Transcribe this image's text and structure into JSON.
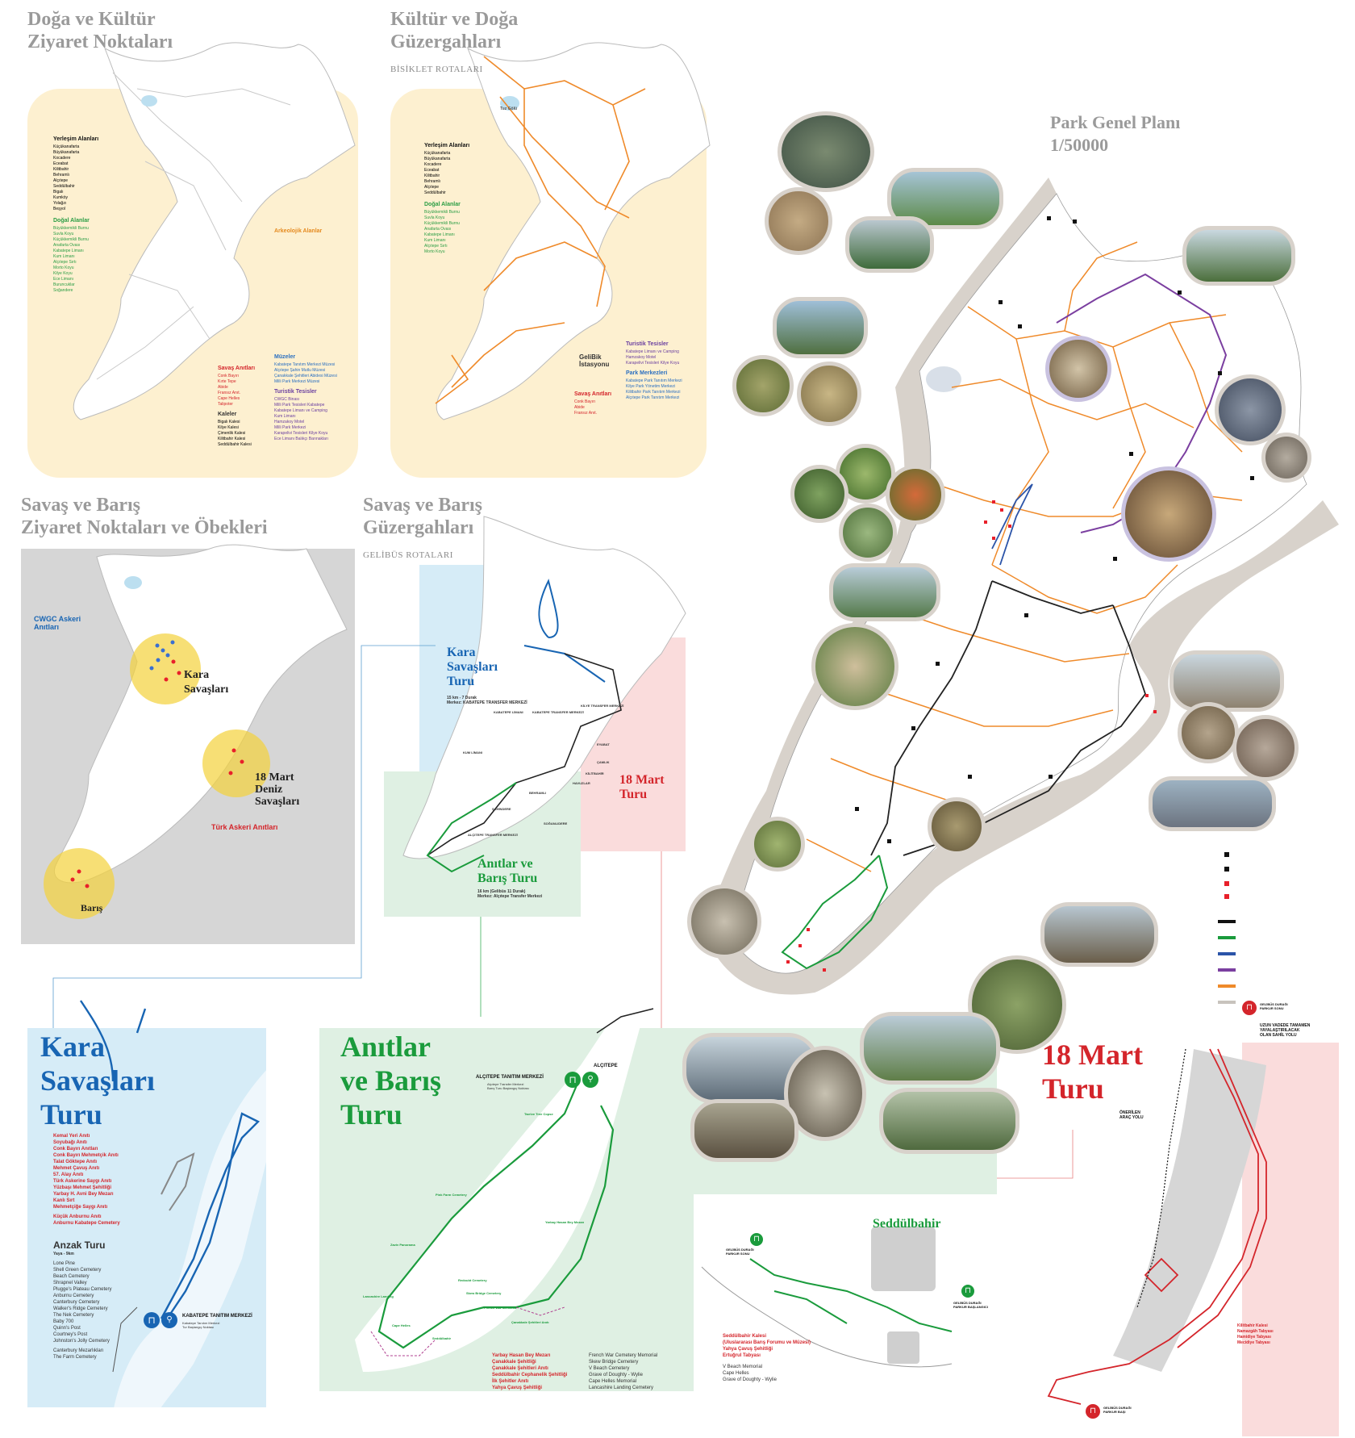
{
  "panel1": {
    "title": "Doğa ve Kültür\nZiyaret Noktaları",
    "legend": {
      "settlements_title": "Yerleşim Alanları",
      "settlements": [
        "Küçükanafarta",
        "Büyükanafarta",
        "Kocadere",
        "Eceabat",
        "Kilitbahir",
        "Behramlı",
        "Alçıtepe",
        "Seddülbahir",
        "Bigalı",
        "Kumköy",
        "Yolağzı",
        "Beşyol"
      ],
      "natural_title": "Doğal Alanlar",
      "natural": [
        "Büyükkemikli Burnu",
        "Suvla Koyu",
        "Küçükkemikli Burnu",
        "Anafarta Ovası",
        "Kabatepe Limanı",
        "Kum Limanı",
        "Alçıtepe Sırtı",
        "Morto Koyu",
        "Kilye Koyu",
        "Ece Limanı",
        "Buruncuklar",
        "Soğandere"
      ],
      "arch_title": "Arkeolojik Alanlar",
      "war_title": "Savaş Anıtları",
      "war": [
        "Conk Bayırı",
        "Kırte Tepe",
        "Abide",
        "Fransız Anıt.",
        "Cape Helles",
        "Talipoter"
      ],
      "castles_title": "Kaleler",
      "castles": [
        "Bigalı Kalesi",
        "Kilye Kalesi",
        "Çimenlik Kalesi",
        "Kilitbahir Kalesi",
        "Seddülbahir Kalesi"
      ],
      "museums_title": "Müzeler",
      "museums": [
        "Kabatepe Tanıtım Merkezi Müzesi",
        "Alçıtepe Şahin Mutlu Müzesi",
        "Çanakkale Şehitleri Abidesi Müzesi",
        "Milli Park Merkezi Müzesi"
      ],
      "tourism_title": "Turistik Tesisler",
      "tourism": [
        "CWGC Binası",
        "Milli Park Tesisleri Kabatepe",
        "Kabatepe Limanı ve Camping",
        "Kum Limanı",
        "Hamzakoy Motel",
        "Milli Park Merkezi",
        "Karapelivi Tesisleri Kilye Koyu",
        "Ece Limanı Balıkçı Barınakları"
      ]
    }
  },
  "panel2": {
    "title": "Kültür ve Doğa\nGüzergahları",
    "subtitle": "BİSİKLET ROTALARI",
    "lake_label": "Tuz Gölü",
    "station_label": "GeliBik\nİstasyonu",
    "legend": {
      "settlements_title": "Yerleşim Alanları",
      "natural_title": "Doğal Alanlar",
      "war_title": "Savaş Anıtları",
      "tourism_title": "Turistik Tesisler",
      "parks_title": "Park Merkezleri",
      "parks": [
        "Kabatepe Park Tanıtım Merkezi",
        "Kilye Park Yönetim Merkezi",
        "Kilitbahir Park Tanıtım Merkezi",
        "Alçıtepe Park Tanıtım Merkezi"
      ]
    }
  },
  "panel3": {
    "title": "Savaş ve Barış\nZiyaret Noktaları ve Öbekleri",
    "cwgc_title": "CWGC Askeri\nAnıtları",
    "turk_title": "Türk Askeri Anıtları",
    "zone_labels": [
      "Kara\nSavaşları",
      "18 Mart\nDeniz\nSavaşları",
      "Barış"
    ]
  },
  "panel4": {
    "title": "Savaş ve Barış\nGüzergahları",
    "subtitle": "GELİBÜS ROTALARI",
    "tour_kara": "Kara\nSavaşları\nTuru",
    "tour_kara_info": "15 km - 7 Durak\nMerkez: KABATEPE TRANSFER MERKEZİ",
    "tour_18": "18 Mart\nTuru",
    "tour_anit": "Anıtlar ve\nBarış Turu",
    "tour_anit_info": "16 km (Gelibüs 11 Durak)\nMerkez: Alçıtepe Transfer Merkezi",
    "stops": [
      "KABATEPE LİMANI",
      "KABATEPE TRANSFER MERKEZİ",
      "KİLYE TRANSFER MERKEZİ",
      "EYABAT",
      "ÇAMLIK",
      "KİLİTBAHİR",
      "HAVUZLAR",
      "BEHRAMLI",
      "KUM LİMANI",
      "ŞAHİNDERE",
      "SOĞANLIDERE",
      "ALÇITEPE TRANSFER MERKEZİ"
    ]
  },
  "panel5": {
    "title": "Park Genel Planı\n1/50000",
    "legend_colors": [
      "#000000",
      "#e8202a",
      "#1a9b3c",
      "#2b54a8",
      "#7b3fa0",
      "#ef8a2a",
      "#c8c3bd"
    ]
  },
  "kara": {
    "title": "Kara\nSavaşları\nTuru",
    "color": "#1865b3",
    "center": "KABATEPE TANITIM MERKEZİ",
    "center_sub": "Kabatepe Tanıtım Merkezi\nTur Başlangıç Noktası",
    "red_list": [
      "Kemal Yeri Anıtı",
      "Soyubağı Anıtı",
      "Conk Bayırı Anıtları",
      "Conk Bayırı Mehmetçik Anıtı",
      "Talat Göktepe Anıtı",
      "Mehmet Çavuş Anıtı",
      "57. Alay Anıtı",
      "Türk Askerine Saygı Anıtı",
      "Yüzbaşı Mehmet Şehitliği",
      "Yarbay H. Avni Bey Mezarı",
      "Kanlı Sırt",
      "Mehmetçiğe Saygı Anıtı",
      "Küçük Anburnu Anıtı",
      "Anburnu Kabatepe Cemetery"
    ],
    "anzak_title": "Anzak Turu",
    "anzak_sub": "Yaya - 9km",
    "anzak_list": [
      "Lone Pine",
      "Shell Green Cemetery",
      "Beach Cemetery",
      "Shrapnel Valley",
      "Plugge's Plateau Cemetery",
      "Anburnu Cemetery",
      "Canterbury Cemetery",
      "Walker's Ridge Cemetery",
      "The Nek Cemetery",
      "Baby 700",
      "Quinn's Post",
      "Courtney's Post",
      "Johnston's Jolly Cemetery",
      "Canterbury Mezarlıkları",
      "The Farm Cemetery"
    ]
  },
  "anitlar": {
    "title": "Anıtlar\nve Barış\nTuru",
    "color": "#1a9b3c",
    "center": "ALÇITEPE TANITIM MERKEZİ",
    "center_sub": "Alçıtepe Transfer Merkezi\nBarış Turu Başlangıç Noktası",
    "place_alcitepe": "ALÇITEPE",
    "labels": [
      "Twelve Tree Copse",
      "Pink Farm Cemetery",
      "Yarbay Hasan Bey Mezarı",
      "Zaviv Panorama",
      "Lancashire Landing",
      "Cape Helles",
      "Redoubt Cemetery",
      "Skew Bridge Cemetery",
      "French War Memorial",
      "Çanakkale Şehitleri Anıtı",
      "Seddülbahir"
    ],
    "red_list": [
      "Yarbay Hasan Bey Mezarı",
      "Çanakkale Şehitliği",
      "Çanakkale Şehitleri Anıtı",
      "Seddülbahir Cephanelik Şehitliği",
      "İlk Şehitler Anıtı",
      "Yahya Çavuş Şehitliği"
    ],
    "grey_list": [
      "French War Cemetery Memorial",
      "Skew Bridge Cemetery",
      "V Beach Cemetery",
      "Grave of Doughty - Wylie",
      "Cape Helles Memorial",
      "Lancashire Landing Cemetery"
    ]
  },
  "seddulbahir": {
    "title": "Seddülbahir",
    "stop1": "GELİBÜS DURAĞI\nPARKUR SONU",
    "stop2": "GELİBÜS DURAĞI\nPARKUR BAŞLANGICI",
    "red_list": [
      "Seddülbahir Kalesi\n(Uluslararası Barış Forumu ve Müzesi)",
      "Yahya Çavuş Şehitliği",
      "Ertuğrul Tabyası"
    ],
    "grey_list": [
      "V Beach Memorial",
      "Cape Helles",
      "Grave of Doughty - Wylie"
    ]
  },
  "mart18": {
    "title": "18 Mart\nTuru",
    "color": "#d4252b",
    "stop_top": "GELİBÜS DURAĞI\nPARKUR SONU",
    "note": "UZUN VADEDE TAMAMEN\nYAYALAŞTIRILACAK\nOLAN SAHİL YOLU",
    "road": "ÖNERİLEN\nARAÇ YOLU",
    "red_list": [
      "Kilitbahir Kalesi",
      "Namazgâh Tabyası",
      "Hamidiye Tabyası",
      "Mecidiye Tabyası"
    ],
    "stop_bottom": "GELİBÜS DURAĞI\nPARKUR BAŞI"
  }
}
